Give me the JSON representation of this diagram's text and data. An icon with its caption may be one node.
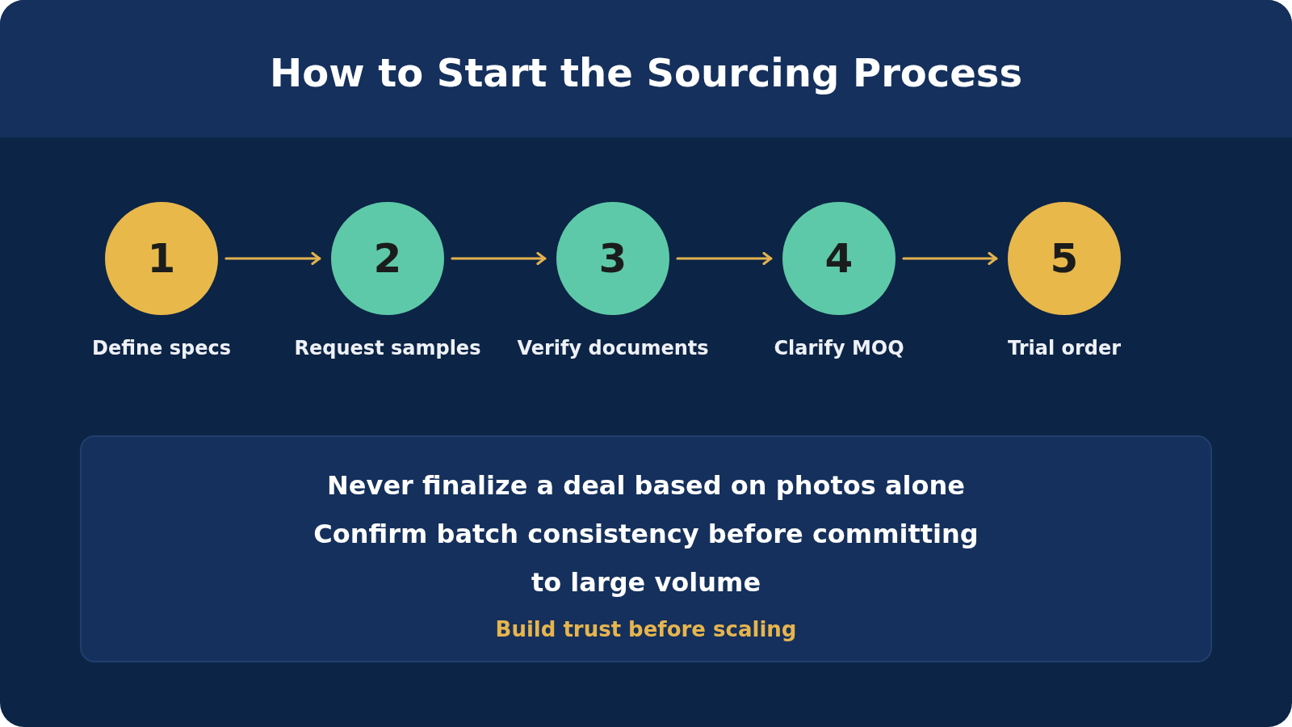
{
  "diagram": {
    "title": "How to Start the Sourcing Process",
    "nodes": [
      {
        "text": [
          "1"
        ],
        "beside": [
          "Define specs"
        ]
      },
      {
        "text": [
          "2"
        ],
        "beside": [
          "Request samples"
        ]
      },
      {
        "text": [
          "3"
        ],
        "beside": [
          "Verify documents"
        ]
      },
      {
        "text": [
          "4"
        ],
        "beside": [
          "Clarify MOQ"
        ]
      },
      {
        "text": [
          "5"
        ],
        "beside": [
          "Trial order"
        ]
      },
      {
        "text": [
          "Never finalize a deal based on photos alone",
          "Confirm batch consistency before committing to large volume",
          "Build trust before scaling"
        ]
      }
    ],
    "edges": [
      {
        "from": 0,
        "to": 1,
        "arrow": "to"
      },
      {
        "from": 1,
        "to": 2,
        "arrow": "to"
      },
      {
        "from": 2,
        "to": 3,
        "arrow": "to"
      },
      {
        "from": 3,
        "to": 4,
        "arrow": "to"
      }
    ]
  }
}
